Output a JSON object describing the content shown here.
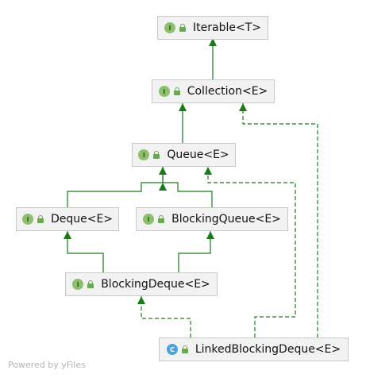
{
  "nodes": {
    "iterable": {
      "kind": "interface",
      "badge": "I",
      "label": "Iterable<T>"
    },
    "collection": {
      "kind": "interface",
      "badge": "I",
      "label": "Collection<E>"
    },
    "queue": {
      "kind": "interface",
      "badge": "I",
      "label": "Queue<E>"
    },
    "deque": {
      "kind": "interface",
      "badge": "I",
      "label": "Deque<E>"
    },
    "blocking_queue": {
      "kind": "interface",
      "badge": "I",
      "label": "BlockingQueue<E>"
    },
    "blocking_deque": {
      "kind": "interface",
      "badge": "I",
      "label": "BlockingDeque<E>"
    },
    "linked_blocking_deque": {
      "kind": "class",
      "badge": "C",
      "label": "LinkedBlockingDeque<E>"
    }
  },
  "edges": [
    {
      "from": "collection",
      "to": "iterable",
      "style": "extends"
    },
    {
      "from": "queue",
      "to": "collection",
      "style": "extends"
    },
    {
      "from": "deque",
      "to": "queue",
      "style": "extends"
    },
    {
      "from": "blocking_queue",
      "to": "queue",
      "style": "extends"
    },
    {
      "from": "blocking_deque",
      "to": "deque",
      "style": "extends"
    },
    {
      "from": "blocking_deque",
      "to": "blocking_queue",
      "style": "extends"
    },
    {
      "from": "linked_blocking_deque",
      "to": "blocking_deque",
      "style": "implements"
    },
    {
      "from": "linked_blocking_deque",
      "to": "queue",
      "style": "implements"
    },
    {
      "from": "linked_blocking_deque",
      "to": "collection",
      "style": "implements"
    }
  ],
  "colors": {
    "edge": "#1a7a1a",
    "node_fill": "#f2f2f2",
    "node_border": "#c8c8c8",
    "interface_badge": "#8fbf6e",
    "class_badge": "#4aa3df",
    "footer_text": "#b5b5b5"
  },
  "footer": "Powered by yFiles"
}
